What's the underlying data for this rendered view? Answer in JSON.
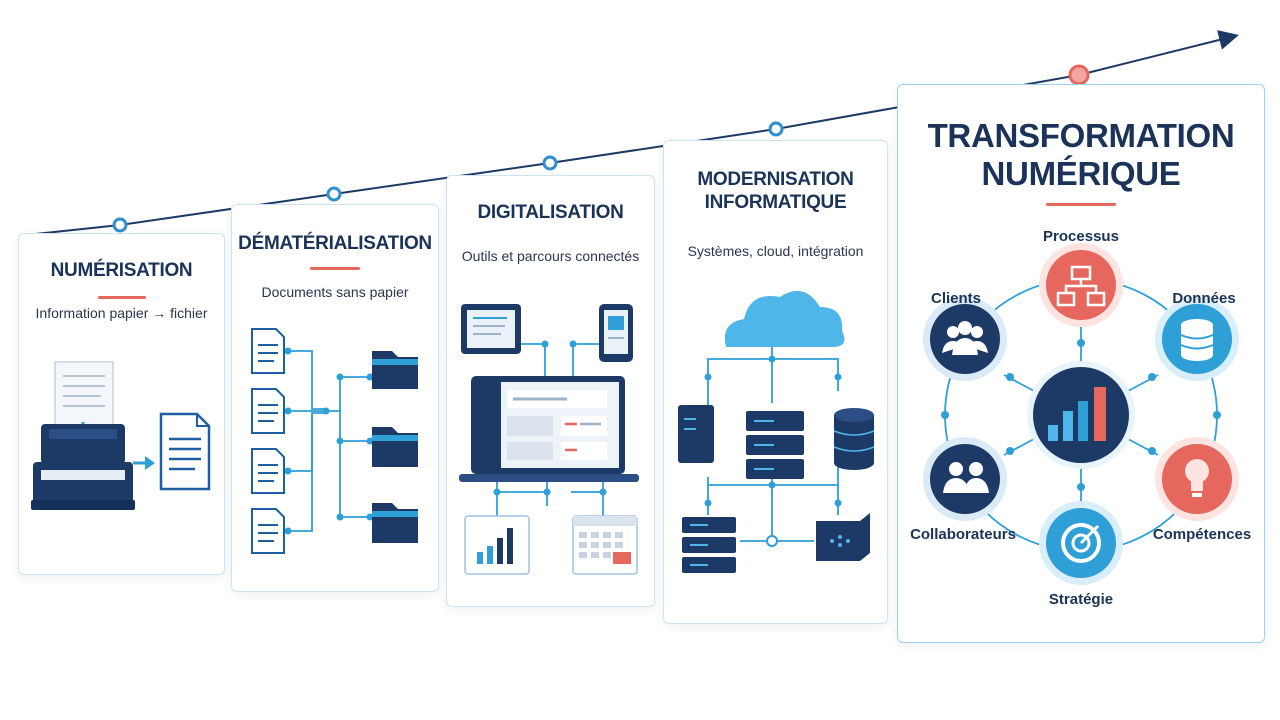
{
  "colors": {
    "navy": "#1d3a66",
    "blue": "#2f8fcf",
    "lightblue": "#4fb6ea",
    "red": "#e5675d",
    "card_border": "#cfe3f1"
  },
  "stages": [
    {
      "title": "NUMÉRISATION",
      "subtitle": "Information papier → fichier"
    },
    {
      "title": "DÉMATÉRIALISATION",
      "subtitle": "Documents sans papier"
    },
    {
      "title": "DIGITALISATION",
      "subtitle": "Outils et parcours connectés"
    },
    {
      "title_line1": "MODERNISATION",
      "title_line2": "INFORMATIQUE",
      "subtitle": "Systèmes, cloud, intégration"
    },
    {
      "title_line1": "TRANSFORMATION",
      "title_line2": "NUMÉRIQUE"
    }
  ],
  "hub": {
    "center_icon": "bar-chart-icon",
    "nodes": [
      {
        "label": "Processus",
        "icon": "flowchart-icon",
        "color": "#e5675d"
      },
      {
        "label": "Données",
        "icon": "database-icon",
        "color": "#2f9fd8"
      },
      {
        "label": "Compétences",
        "icon": "lightbulb-icon",
        "color": "#e5675d"
      },
      {
        "label": "Stratégie",
        "icon": "target-icon",
        "color": "#2f9fd8"
      },
      {
        "label": "Collaborateurs",
        "icon": "team-icon",
        "color": "#1d3a66"
      },
      {
        "label": "Clients",
        "icon": "users-icon",
        "color": "#1d3a66"
      }
    ]
  }
}
